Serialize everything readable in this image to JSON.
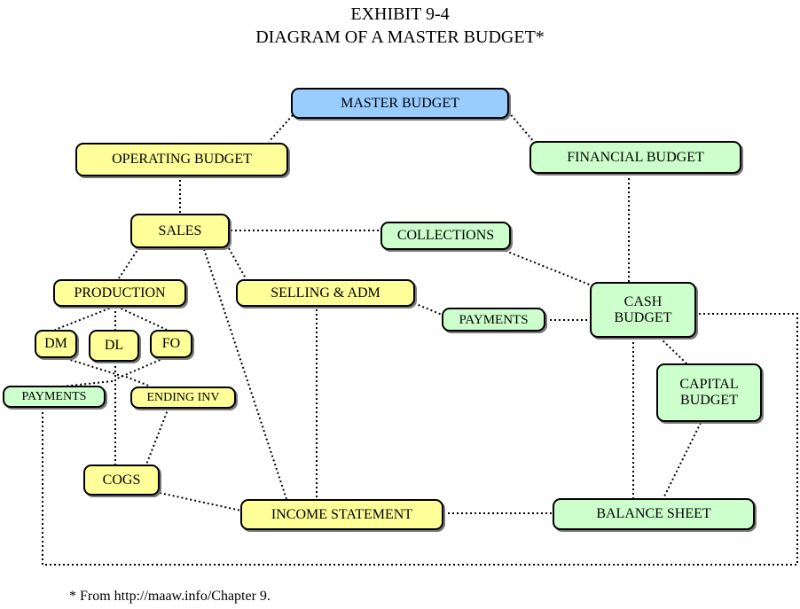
{
  "title": {
    "line1": "EXHIBIT 9-4",
    "line2": "DIAGRAM OF  A MASTER BUDGET*"
  },
  "nodes": {
    "master_budget": "MASTER BUDGET",
    "operating_budget": "OPERATING BUDGET",
    "financial_budget": "FINANCIAL BUDGET",
    "sales": "SALES",
    "collections": "COLLECTIONS",
    "production": "PRODUCTION",
    "selling_adm": "SELLING & ADM",
    "payments_right": "PAYMENTS",
    "cash_budget": "CASH\nBUDGET",
    "dm": "DM",
    "dl": "DL",
    "fo": "FO",
    "payments_left": "PAYMENTS",
    "ending_inv": "ENDING INV",
    "capital_budget": "CAPITAL\nBUDGET",
    "cogs": "COGS",
    "income_statement": "INCOME STATEMENT",
    "balance_sheet": "BALANCE SHEET"
  },
  "colors": {
    "blue": "#99ccff",
    "yellow": "#ffff99",
    "green": "#ccffcc"
  },
  "footnote": "* From http://maaw.info/Chapter 9."
}
